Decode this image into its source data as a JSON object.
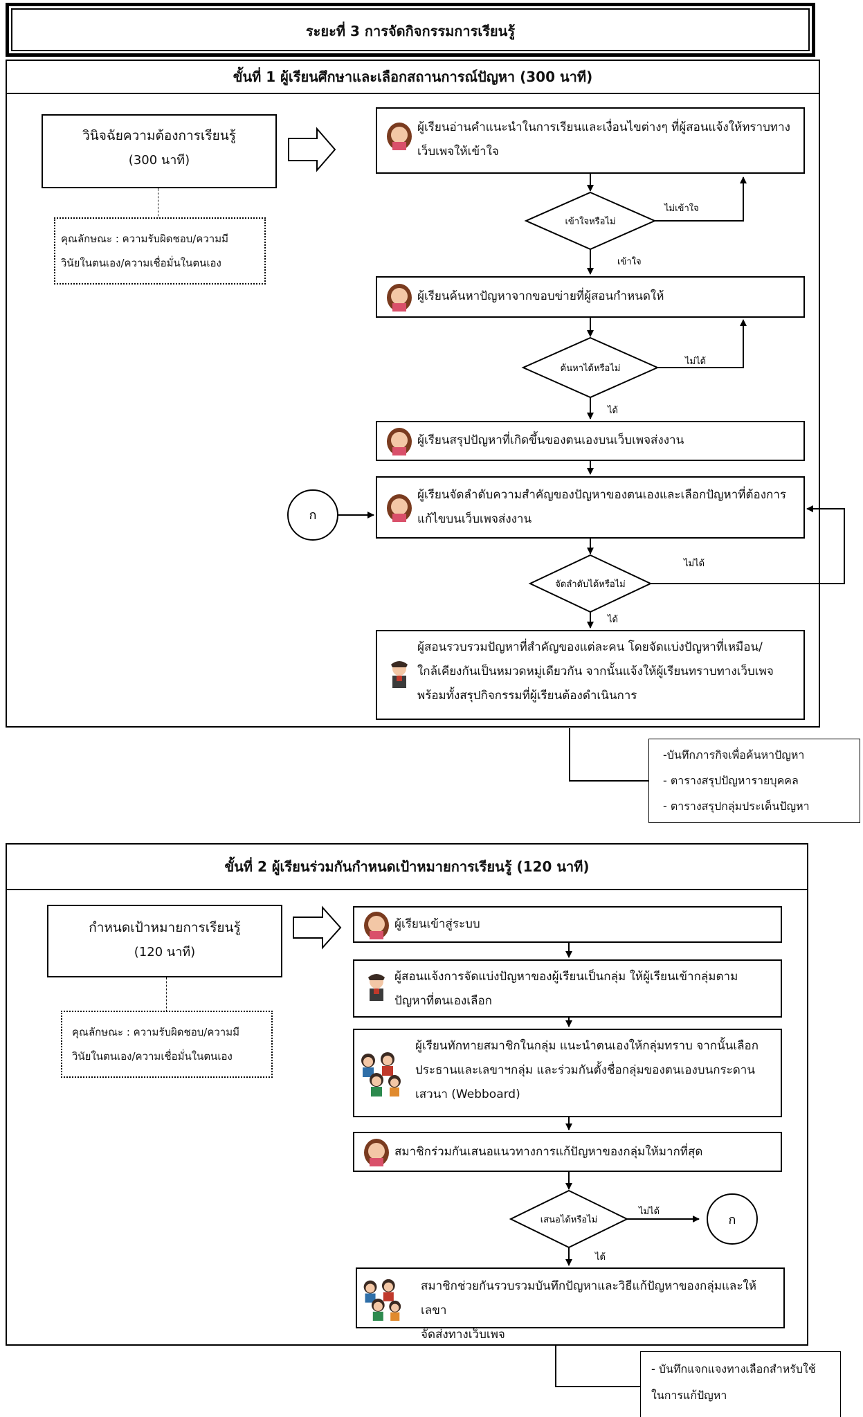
{
  "phase_title": "ระยะที่ 3 การจัดกิจกรรมการเรียนรู้",
  "stage1": {
    "heading": "ขั้นที่ 1  ผู้เรียนศึกษาและเลือกสถานการณ์ปัญหา (300 นาที)",
    "left_box": [
      "วินิจฉัยความต้องการเรียนรู้",
      "(300 นาที)"
    ],
    "attribute_lines": [
      "คุณลักษณะ : ความรับผิดชอบ/ความมี",
      "วินัยในตนเอง/ความเชื่อมั่นในตนเอง"
    ],
    "steps": [
      [
        "ผู้เรียนอ่านคำแนะนำในการเรียนและเงื่อนไขต่างๆ ที่ผู้สอนแจ้งให้ทราบทาง",
        "เว็บเพจให้เข้าใจ"
      ],
      [
        "ผู้เรียนค้นหาปัญหาจากขอบข่ายที่ผู้สอนกำหนดให้"
      ],
      [
        "ผู้เรียนสรุปปัญหาที่เกิดขึ้นของตนเองบนเว็บเพจส่งงาน"
      ],
      [
        "ผู้เรียนจัดลำดับความสำคัญของปัญหาของตนเองและเลือกปัญหาที่ต้องการ",
        "แก้ไขบนเว็บเพจส่งงาน"
      ],
      [
        "ผู้สอนรวบรวมปัญหาที่สำคัญของแต่ละคน โดยจัดแบ่งปัญหาที่เหมือน/",
        "ใกล้เคียงกันเป็นหมวดหมู่เดียวกัน จากนั้นแจ้งให้ผู้เรียนทราบทางเว็บเพจ",
        "พร้อมทั้งสรุปกิจกรรมที่ผู้เรียนต้องดำเนินการ"
      ]
    ],
    "decisions": [
      "เข้าใจหรือไม่",
      "ค้นหาได้หรือไม่",
      "จัดลำดับได้หรือไม่"
    ],
    "labels": {
      "no_understand": "ไม่เข้าใจ",
      "understand": "เข้าใจ",
      "not_ok_1": "ไม่ได้",
      "ok_1": "ได้",
      "not_ok_2": "ไม่ได้",
      "ok_2": "ได้"
    },
    "connector": "ก",
    "outputs": [
      "-บันทึกภารกิจเพื่อค้นหาปัญหา",
      "- ตารางสรุปปัญหารายบุคคล",
      "- ตารางสรุปกลุ่มประเด็นปัญหา"
    ]
  },
  "stage2": {
    "heading": "ขั้นที่ 2 ผู้เรียนร่วมกันกำหนดเป้าหมายการเรียนรู้ (120 นาที)",
    "left_box": [
      "กำหนดเป้าหมายการเรียนรู้",
      "(120 นาที)"
    ],
    "attribute_lines": [
      "คุณลักษณะ : ความรับผิดชอบ/ความมี",
      "วินัยในตนเอง/ความเชื่อมั่นในตนเอง"
    ],
    "steps": [
      [
        "ผู้เรียนเข้าสู่ระบบ"
      ],
      [
        "ผู้สอนแจ้งการจัดแบ่งปัญหาของผู้เรียนเป็นกลุ่ม ให้ผู้เรียนเข้ากลุ่มตาม",
        "ปัญหาที่ตนเองเลือก"
      ],
      [
        "ผู้เรียนทักทายสมาชิกในกลุ่ม แนะนำตนเองให้กลุ่มทราบ จากนั้นเลือก",
        "ประธานและเลขาฯกลุ่ม และร่วมกันตั้งชื่อกลุ่มของตนเองบนกระดาน",
        "เสวนา (Webboard)"
      ],
      [
        "สมาชิกร่วมกันเสนอแนวทางการแก้ปัญหาของกลุ่มให้มากที่สุด"
      ],
      [
        "สมาชิกช่วยกันรวบรวมบันทึกปัญหาและวิธีแก้ปัญหาของกลุ่มและให้เลขา",
        "จัดส่งทางเว็บเพจ"
      ]
    ],
    "decision": "เสนอได้หรือไม่",
    "labels": {
      "not_ok": "ไม่ได้",
      "ok": "ได้"
    },
    "connector": "ก",
    "outputs": [
      "- บันทึกแจกแจงทางเลือกสำหรับใช้",
      "ในการแก้ปัญหา"
    ]
  }
}
